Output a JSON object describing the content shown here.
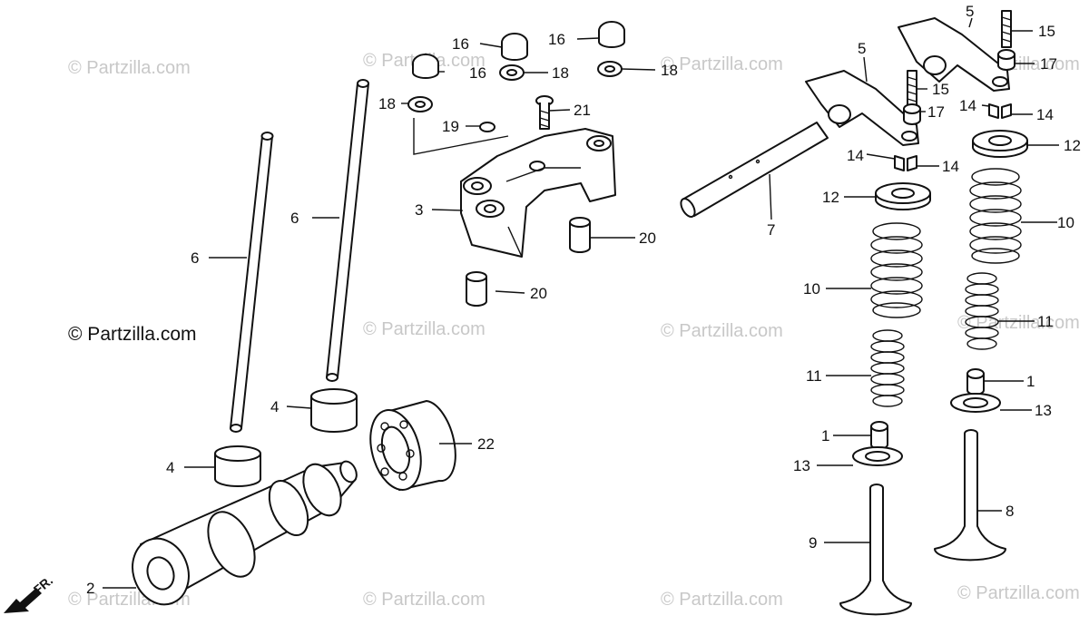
{
  "watermarks": [
    {
      "text": "© Partzilla.com",
      "main": false
    },
    {
      "text": "© Partzilla.com",
      "main": false
    },
    {
      "text": "© Partzilla.com",
      "main": false
    },
    {
      "text": "© Partzilla.com",
      "main": false
    },
    {
      "text": "© Partzilla.com",
      "main": true
    },
    {
      "text": "© Partzilla.com",
      "main": false
    },
    {
      "text": "© Partzilla.com",
      "main": false
    },
    {
      "text": "© Partzilla.com",
      "main": false
    },
    {
      "text": "© Partzilla.com",
      "main": false
    },
    {
      "text": "© Partzilla.com",
      "main": false
    },
    {
      "text": "© Partzilla.com",
      "main": false
    },
    {
      "text": "© Partzilla.com",
      "main": false
    }
  ],
  "front_indicator": "FR.",
  "callouts": [
    "16",
    "16",
    "16",
    "18",
    "18",
    "18",
    "21",
    "19",
    "3",
    "20",
    "20",
    "6",
    "6",
    "4",
    "4",
    "22",
    "2",
    "5",
    "5",
    "15",
    "15",
    "17",
    "17",
    "14",
    "14",
    "14",
    "14",
    "12",
    "12",
    "7",
    "10",
    "10",
    "11",
    "11",
    "1",
    "1",
    "13",
    "13",
    "8",
    "9"
  ]
}
